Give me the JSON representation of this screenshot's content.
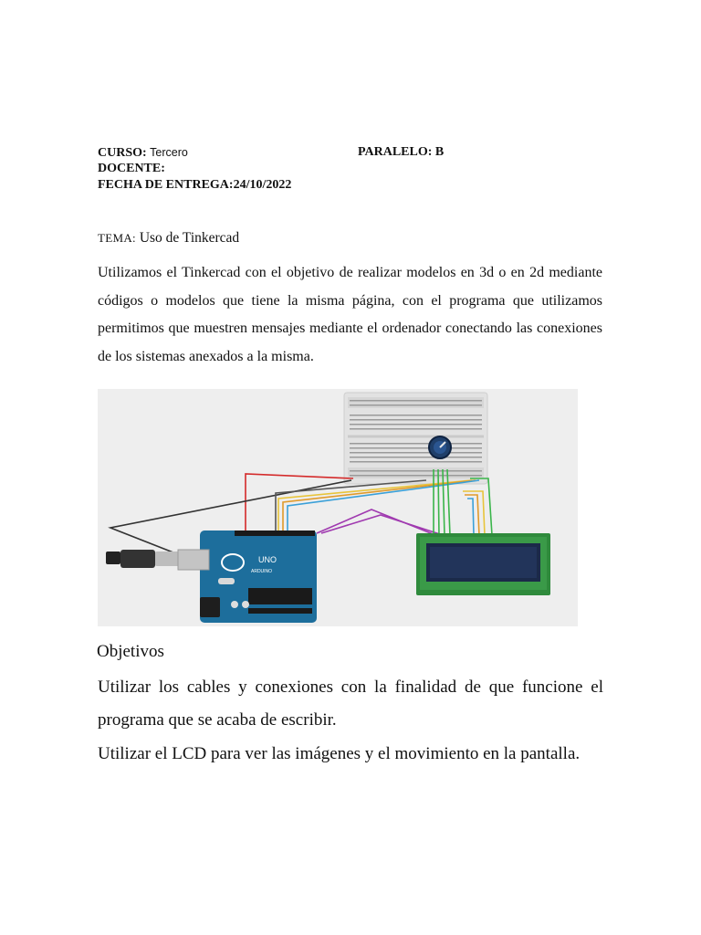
{
  "header": {
    "curso_label": "CURSO:",
    "curso_value": "Tercero",
    "paralelo_label": "PARALELO: B",
    "docente_label": "DOCENTE:",
    "fecha_label": "FECHA DE ENTREGA:24/10/2022"
  },
  "tema": {
    "label": "TEMA:",
    "value": "Uso de Tinkercad"
  },
  "intro_paragraph": "Utilizamos el Tinkercad con el objetivo de realizar modelos en 3d o en 2d mediante códigos o modelos que tiene la misma página, con el programa que utilizamos permitimos que muestren mensajes mediante el ordenador conectando las conexiones de los sistemas anexados a la misma.",
  "figure": {
    "board_brand": "UNO",
    "board_subtitle": "ARDUINO",
    "colors": {
      "board": "#1d6e9c",
      "breadboard": "#e4e4e4",
      "lcd_frame": "#2f8a3c",
      "lcd_screen": "#1b2a49",
      "wire_red": "#d42a2a",
      "wire_black": "#333333",
      "wire_yellow": "#e8c43a",
      "wire_orange": "#e09a2a",
      "wire_blue": "#3aa0d8",
      "wire_green": "#3ab54a",
      "wire_purple": "#a03ab0"
    }
  },
  "objetivos": {
    "heading": "Objetivos",
    "items": [
      "Utilizar los cables y conexiones con la finalidad de que funcione el programa que se acaba de escribir.",
      "Utilizar el LCD para ver las imágenes y el movimiento en la pantalla."
    ]
  }
}
